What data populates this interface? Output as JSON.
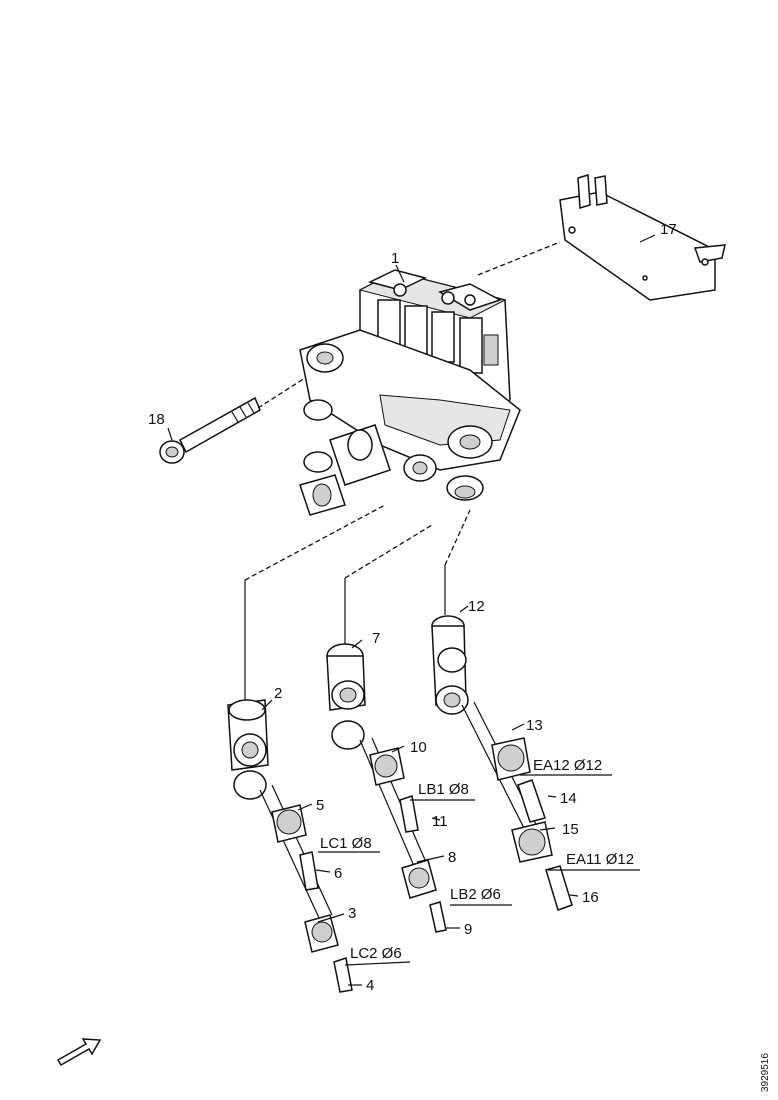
{
  "callouts": {
    "c1": "1",
    "c2": "2",
    "c3": "3",
    "c4": "4",
    "c5": "5",
    "c6": "6",
    "c7": "7",
    "c8": "8",
    "c9": "9",
    "c10": "10",
    "c11": "11",
    "c12": "12",
    "c13": "13",
    "c14": "14",
    "c15": "15",
    "c16": "16",
    "c17": "17",
    "c18": "18"
  },
  "pipe_labels": {
    "lc1": "LC1 Ø8",
    "lc2": "LC2 Ø6",
    "lb1": "LB1 Ø8",
    "lb2": "LB2 Ø6",
    "ea12": "EA12 Ø12",
    "ea11": "EA11 Ø12"
  },
  "drawing_number": "3929516",
  "icons": {
    "direction_arrow": "arrow-up-right-icon"
  }
}
